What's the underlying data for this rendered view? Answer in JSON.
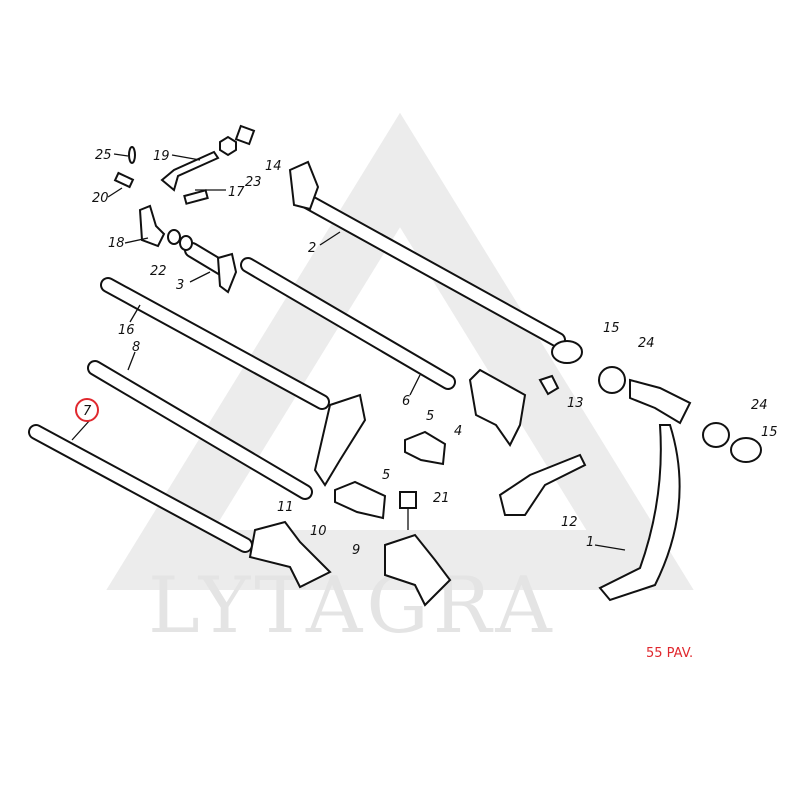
{
  "watermark": {
    "text": "LYTAGRA"
  },
  "page_label": "55 PAV.",
  "highlight": {
    "part": "7",
    "color": "#e0282e"
  },
  "parts": {
    "p25": "25",
    "p19": "19",
    "p14": "14",
    "p23": "23",
    "p20": "20",
    "p17": "17",
    "p18": "18",
    "p22": "22",
    "p3": "3",
    "p2": "2",
    "p16": "16",
    "p8": "8",
    "p15a": "15",
    "p24a": "24",
    "p13": "13",
    "p6": "6",
    "p7": "7",
    "p5a": "5",
    "p4": "4",
    "p24b": "24",
    "p15b": "15",
    "p5b": "5",
    "p21": "21",
    "p11": "11",
    "p12": "12",
    "p10": "10",
    "p9": "9",
    "p1": "1"
  }
}
